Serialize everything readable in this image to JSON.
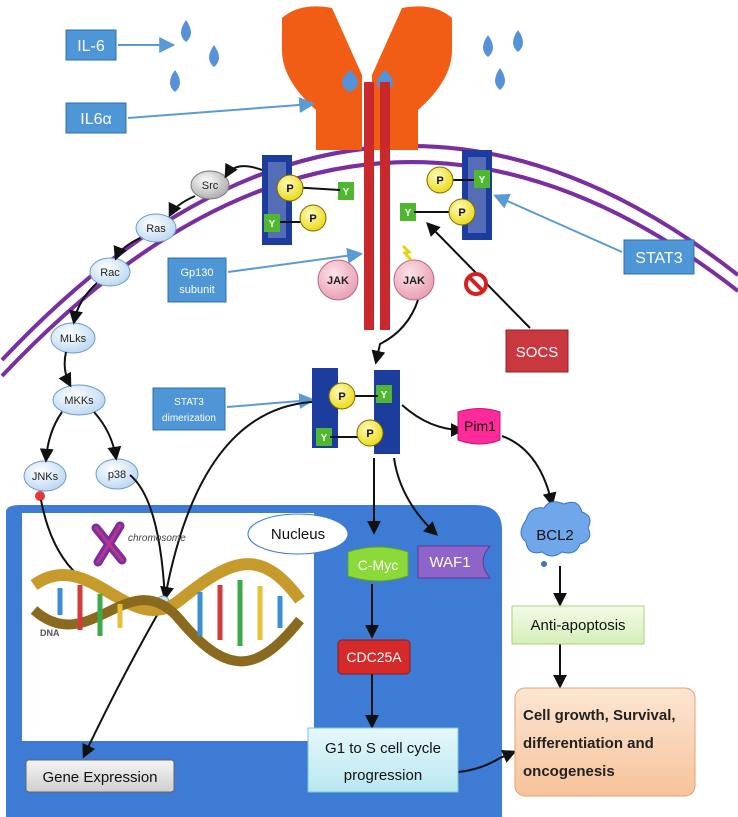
{
  "labels": {
    "il6": "IL-6",
    "il6a": "IL6α",
    "gp130_line1": "Gp130",
    "gp130_line2": "subunit",
    "stat3": "STAT3",
    "socs": "SOCS",
    "stat3dim_line1": "STAT3",
    "stat3dim_line2": "dimerization",
    "nucleus": "Nucleus",
    "chromosome": "chromosome",
    "dna": "DNA",
    "gene_expression": "Gene Expression",
    "g1_line1": "G1 to S cell cycle",
    "g1_line2": "progression",
    "anti_apoptosis": "Anti-apoptosis",
    "cg_line1": "Cell growth, Survival,",
    "cg_line2": "differentiation and",
    "cg_line3": "oncogenesis"
  },
  "nodes": {
    "src": "Src",
    "ras": "Ras",
    "rac": "Rac",
    "mlks": "MLks",
    "mkks": "MKKs",
    "jnks": "JNKs",
    "p38": "p38",
    "jak_left": "JAK",
    "jak_right": "JAK",
    "pim1": "Pim1",
    "bcl2": "BCL2",
    "cmyc": "C-Myc",
    "waf1": "WAF1",
    "cdc25a": "CDC25A"
  },
  "motifs": {
    "p": "P",
    "y": "Y"
  },
  "colors": {
    "receptor": "#f25d15",
    "nucleus_bg": "#3d7bd4",
    "membrane": "#7a2fa0",
    "label_box": "#4f96d6",
    "socs_box": "#c9383f",
    "stat_blue": "#1d3d9e",
    "phospho_yellow": "#f6ea2b",
    "tyr_green": "#4fb830",
    "jak_pink": "#f2b7c5",
    "pim1_pink": "#ff2b9a",
    "bcl2_blue": "#6fa7ea",
    "cmyc_green": "#8cd93a",
    "waf1_purple": "#8e64c9",
    "cdc25a_red": "#d42a2a"
  }
}
